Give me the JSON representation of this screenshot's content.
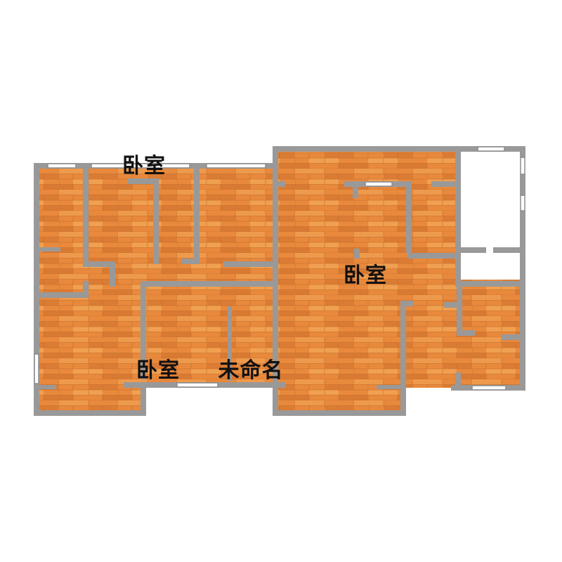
{
  "floorplan": {
    "labels": [
      "卧室",
      "卧室",
      "卧室",
      "未命名"
    ]
  },
  "colors": {
    "floor_base": "#E8893C",
    "floor_light": "#F2A254",
    "floor_dark": "#C86A2A",
    "plank_line": "#B9652B",
    "wall": "#999999",
    "window_fill": "#FFFFFF",
    "window_frame": "#8C8C8C",
    "background": "#FFFFFF"
  }
}
